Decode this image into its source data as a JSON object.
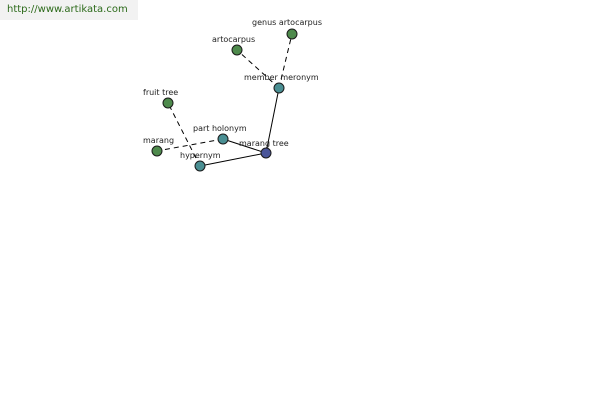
{
  "watermark": "http://www.artikata.com",
  "colors": {
    "term_node": "#4e8a4c",
    "relation_node": "#4a8f93",
    "center_node": "#4a5599",
    "edge": "#000000"
  },
  "nodes": [
    {
      "id": "marang-tree",
      "label": "marang tree",
      "kind": "center"
    },
    {
      "id": "hypernym",
      "label": "hypernym",
      "kind": "relation"
    },
    {
      "id": "part-holonym",
      "label": "part holonym",
      "kind": "relation"
    },
    {
      "id": "member-meronym",
      "label": "member meronym",
      "kind": "relation"
    },
    {
      "id": "fruit-tree",
      "label": "fruit tree",
      "kind": "term"
    },
    {
      "id": "marang",
      "label": "marang",
      "kind": "term"
    },
    {
      "id": "artocarpus",
      "label": "artocarpus",
      "kind": "term"
    },
    {
      "id": "genus-artocarpus",
      "label": "genus artocarpus",
      "kind": "term"
    }
  ],
  "edges": [
    {
      "from": "marang-tree",
      "to": "hypernym",
      "style": "solid"
    },
    {
      "from": "marang-tree",
      "to": "part-holonym",
      "style": "solid"
    },
    {
      "from": "marang-tree",
      "to": "member-meronym",
      "style": "solid"
    },
    {
      "from": "hypernym",
      "to": "fruit-tree",
      "style": "dashed"
    },
    {
      "from": "part-holonym",
      "to": "marang",
      "style": "dashed"
    },
    {
      "from": "member-meronym",
      "to": "artocarpus",
      "style": "dashed"
    },
    {
      "from": "member-meronym",
      "to": "genus-artocarpus",
      "style": "dashed"
    }
  ]
}
